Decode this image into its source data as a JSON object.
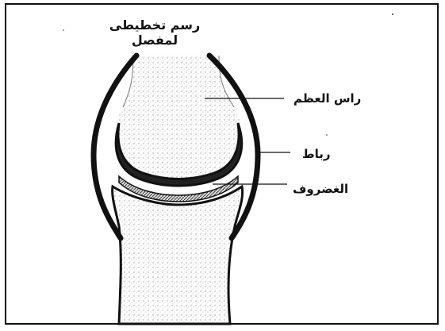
{
  "diagram": {
    "title": "رسم تخطيطى لمفصل",
    "labels": {
      "bone_head": "راس العظم",
      "ligament": "رباط",
      "cartilage": "الغضروف"
    }
  }
}
